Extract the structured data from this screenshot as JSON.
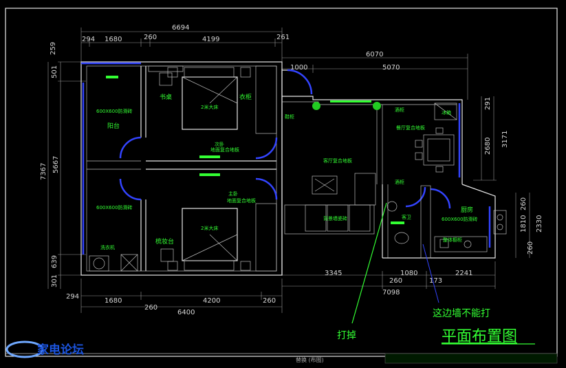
{
  "dims": {
    "top_total": "6694",
    "top_294": "294",
    "top_1680": "1680",
    "top_260": "260",
    "top_4199": "4199",
    "top_261": "261",
    "right_6070": "6070",
    "right_1000": "1000",
    "right_5070": "5070",
    "left_259": "259",
    "left_501": "501",
    "left_7367": "7367",
    "left_5667": "5667",
    "left_639": "639",
    "left_301": "301",
    "bot_294": "294",
    "bot_1680": "1680",
    "bot_4200": "4200",
    "bot_260a": "260",
    "bot_260b": "260",
    "bot_6400": "6400",
    "bot_3345": "3345",
    "bot_260c": "260",
    "bot_1080": "1080",
    "bot_7098": "7098",
    "bot_173": "173",
    "bot_2241": "2241",
    "r_291": "291",
    "r_2680": "2680",
    "r_3171": "3171",
    "r_260": "260",
    "r_1810": "1810",
    "r_2330": "2330",
    "r_260b": "260"
  },
  "rooms": {
    "balcony": "阳台",
    "balcony_floor_top": "600X600防滑砖",
    "balcony_floor_bottom": "600X600防滑砖",
    "washer": "洗衣机",
    "study": "书桌",
    "bed_top": "2米大床",
    "wardrobe_top": "衣柜",
    "second_bed": "次卧",
    "second_bed_floor": "地面复合地板",
    "master_bed": "主卧",
    "master_bed_floor": "地面复合地板",
    "bed_bottom": "2米大床",
    "dresser": "梳妆台",
    "shoe": "鞋柜",
    "living_floor": "客厅复合地板",
    "dining_floor": "餐厅复合地板",
    "wine_top": "酒柜",
    "wine_mid": "酒柜",
    "fridge": "冰箱",
    "tv_wall": "背景墙瓷砖",
    "wc": "客卫",
    "kitchen": "厨房",
    "kitchen_floor": "600X600防滑砖",
    "kitchen_cabinet": "整体橱柜"
  },
  "annotations": {
    "remove": "打掉",
    "no_demolish": "这边墙不能打",
    "plan_title": "平面布置图"
  },
  "watermark": "家电论坛",
  "bottom_frag": "替换   (布图)"
}
